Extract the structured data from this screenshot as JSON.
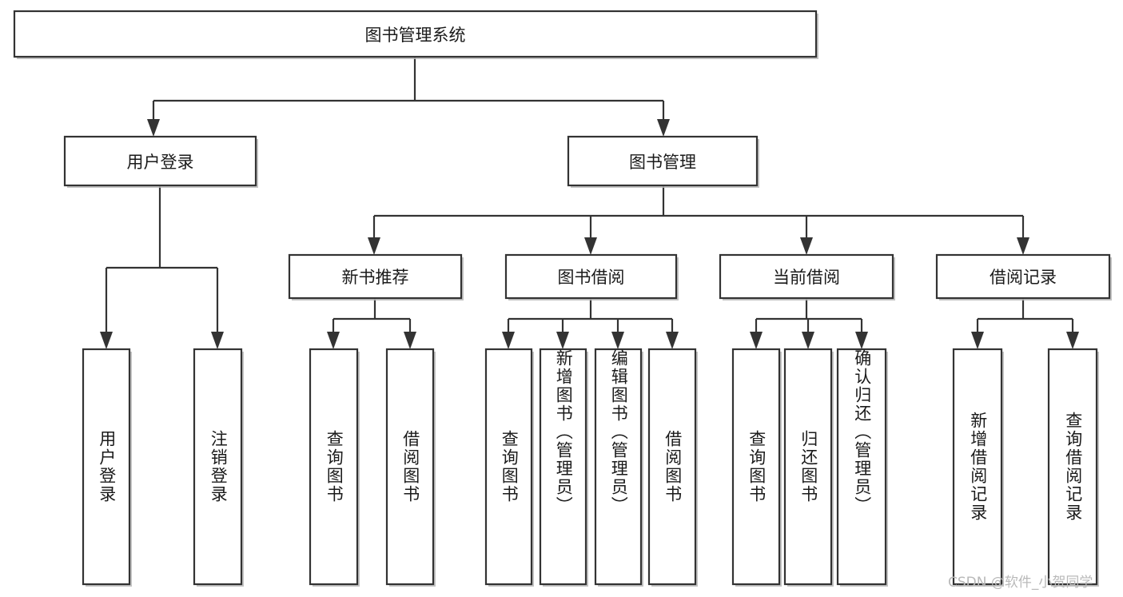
{
  "diagram": {
    "type": "tree",
    "title": "图书管理系统",
    "watermark": "CSDN @软件_小贺同学",
    "colors": {
      "background": "#ffffff",
      "box_border": "#333333",
      "box_fill": "#ffffff",
      "connector": "#333333",
      "text": "#1a1a1a",
      "watermark": "#b9b9b9"
    },
    "levels": {
      "root": "图书管理系统",
      "level2": [
        "用户登录",
        "图书管理"
      ],
      "level3": [
        "新书推荐",
        "图书借阅",
        "当前借阅",
        "借阅记录"
      ]
    },
    "nodes": {
      "root": {
        "label": "图书管理系统",
        "orientation": "horizontal"
      },
      "user_login": {
        "label": "用户登录",
        "orientation": "horizontal"
      },
      "book_manage": {
        "label": "图书管理",
        "orientation": "horizontal"
      },
      "new_book_rec": {
        "label": "新书推荐",
        "orientation": "horizontal"
      },
      "book_borrow": {
        "label": "图书借阅",
        "orientation": "horizontal"
      },
      "current_borrow": {
        "label": "当前借阅",
        "orientation": "horizontal"
      },
      "borrow_record": {
        "label": "借阅记录",
        "orientation": "horizontal"
      },
      "leaf_user_login": {
        "label": "用户登录",
        "orientation": "vertical"
      },
      "leaf_logout": {
        "label": "注销登录",
        "orientation": "vertical"
      },
      "leaf_query_book_a": {
        "label": "查询图书",
        "orientation": "vertical"
      },
      "leaf_borrow_book_a": {
        "label": "借阅图书",
        "orientation": "vertical"
      },
      "leaf_query_book_b": {
        "label": "查询图书",
        "orientation": "vertical"
      },
      "leaf_add_book": {
        "label": "新增图书（管理员）",
        "orientation": "vertical"
      },
      "leaf_edit_book": {
        "label": "编辑图书（管理员）",
        "orientation": "vertical"
      },
      "leaf_borrow_book_b": {
        "label": "借阅图书",
        "orientation": "vertical"
      },
      "leaf_query_book_c": {
        "label": "查询图书",
        "orientation": "vertical"
      },
      "leaf_return_book": {
        "label": "归还图书",
        "orientation": "vertical"
      },
      "leaf_confirm_return": {
        "label": "确认归还（管理员）",
        "orientation": "vertical"
      },
      "leaf_add_record": {
        "label": "新增借阅记录",
        "orientation": "vertical"
      },
      "leaf_query_record": {
        "label": "查询借阅记录",
        "orientation": "vertical"
      }
    },
    "edges": [
      {
        "from": "root",
        "to": "user_login"
      },
      {
        "from": "root",
        "to": "book_manage"
      },
      {
        "from": "user_login",
        "to": "leaf_user_login"
      },
      {
        "from": "user_login",
        "to": "leaf_logout"
      },
      {
        "from": "book_manage",
        "to": "new_book_rec"
      },
      {
        "from": "book_manage",
        "to": "book_borrow"
      },
      {
        "from": "book_manage",
        "to": "current_borrow"
      },
      {
        "from": "book_manage",
        "to": "borrow_record"
      },
      {
        "from": "new_book_rec",
        "to": "leaf_query_book_a"
      },
      {
        "from": "new_book_rec",
        "to": "leaf_borrow_book_a"
      },
      {
        "from": "book_borrow",
        "to": "leaf_query_book_b"
      },
      {
        "from": "book_borrow",
        "to": "leaf_add_book"
      },
      {
        "from": "book_borrow",
        "to": "leaf_edit_book"
      },
      {
        "from": "book_borrow",
        "to": "leaf_borrow_book_b"
      },
      {
        "from": "current_borrow",
        "to": "leaf_query_book_c"
      },
      {
        "from": "current_borrow",
        "to": "leaf_return_book"
      },
      {
        "from": "current_borrow",
        "to": "leaf_confirm_return"
      },
      {
        "from": "borrow_record",
        "to": "leaf_add_record"
      },
      {
        "from": "borrow_record",
        "to": "leaf_query_record"
      }
    ]
  }
}
